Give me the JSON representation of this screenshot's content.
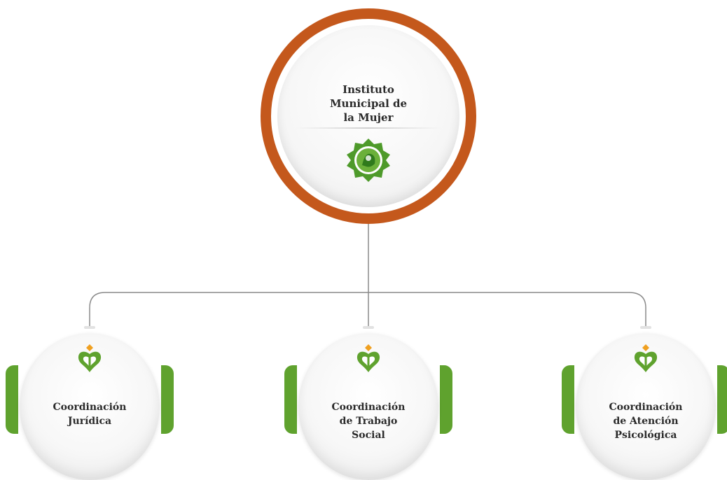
{
  "colors": {
    "ring": "#c4581c",
    "brand_green": "#5fa22e",
    "accent_orange": "#f0a020",
    "connector": "#8a8a8a"
  },
  "root": {
    "title_lines": [
      "Instituto",
      "Municipal de",
      "la Mujer"
    ],
    "emblem_icon": "municipal-seal-icon"
  },
  "children": [
    {
      "title_lines": [
        "Coordinación",
        "Jurídica"
      ],
      "icon": "women-institute-logo-icon"
    },
    {
      "title_lines": [
        "Coordinación",
        "de Trabajo",
        "Social"
      ],
      "icon": "women-institute-logo-icon"
    },
    {
      "title_lines": [
        "Coordinación",
        "de Atención",
        "Psicológica"
      ],
      "icon": "women-institute-logo-icon"
    }
  ]
}
